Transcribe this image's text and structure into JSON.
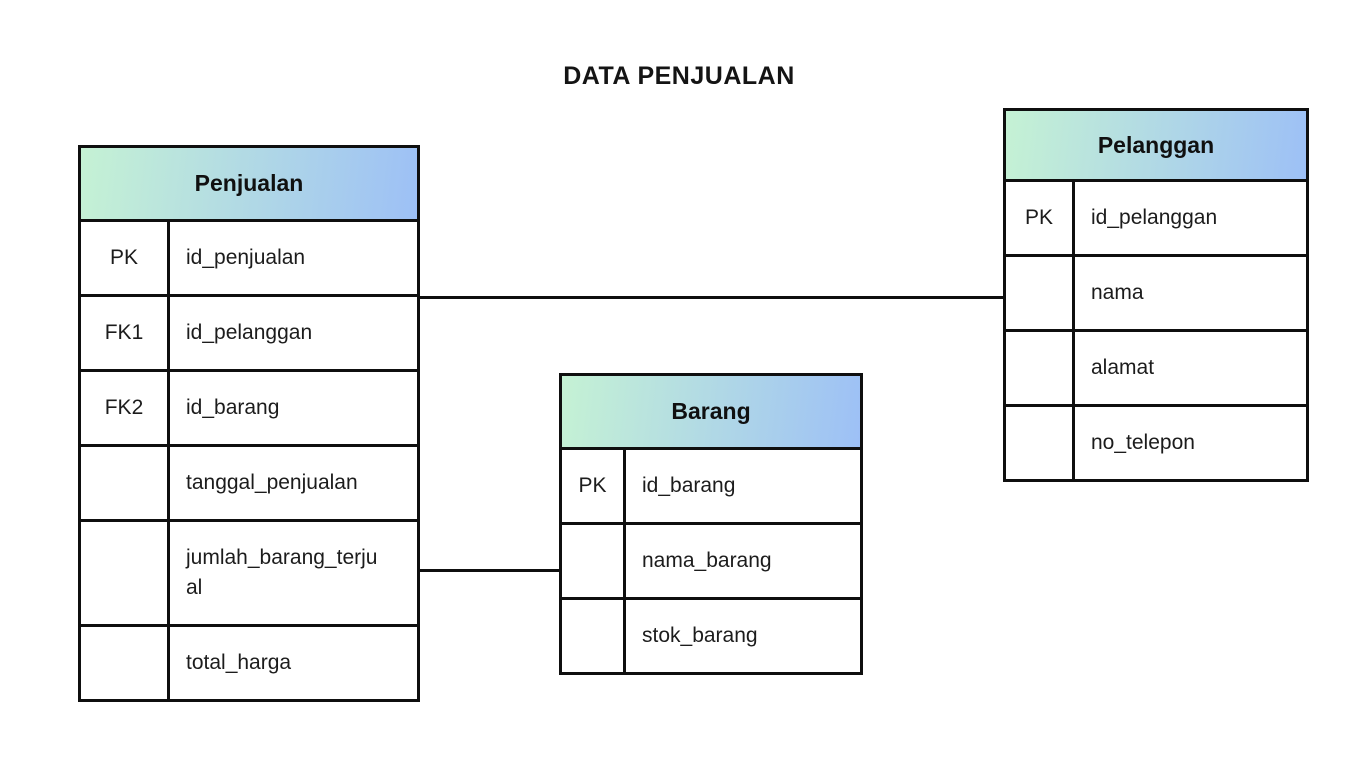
{
  "page": {
    "title": "DATA PENJUALAN",
    "background_color": "#ffffff"
  },
  "colors": {
    "header_gradient_start": "#c5f2d4",
    "header_gradient_end": "#9dc0f6",
    "border": "#0f0f0f",
    "text": "#1c1c1c"
  },
  "tables": [
    {
      "id": "penjualan",
      "title": "Penjualan",
      "rows": [
        {
          "key": "PK",
          "field": "id_penjualan"
        },
        {
          "key": "FK1",
          "field": "id_pelanggan"
        },
        {
          "key": "FK2",
          "field": "id_barang"
        },
        {
          "key": "",
          "field": "tanggal_penjualan"
        },
        {
          "key": "",
          "field": "jumlah_barang_terjual"
        },
        {
          "key": "",
          "field": "total_harga"
        }
      ]
    },
    {
      "id": "barang",
      "title": "Barang",
      "rows": [
        {
          "key": "PK",
          "field": "id_barang"
        },
        {
          "key": "",
          "field": "nama_barang"
        },
        {
          "key": "",
          "field": "stok_barang"
        }
      ]
    },
    {
      "id": "pelanggan",
      "title": "Pelanggan",
      "rows": [
        {
          "key": "PK",
          "field": "id_pelanggan"
        },
        {
          "key": "",
          "field": "nama"
        },
        {
          "key": "",
          "field": "alamat"
        },
        {
          "key": "",
          "field": "no_telepon"
        }
      ]
    }
  ],
  "relationships": [
    {
      "from": "Penjualan",
      "to": "Pelanggan"
    },
    {
      "from": "Penjualan",
      "to": "Barang"
    }
  ]
}
